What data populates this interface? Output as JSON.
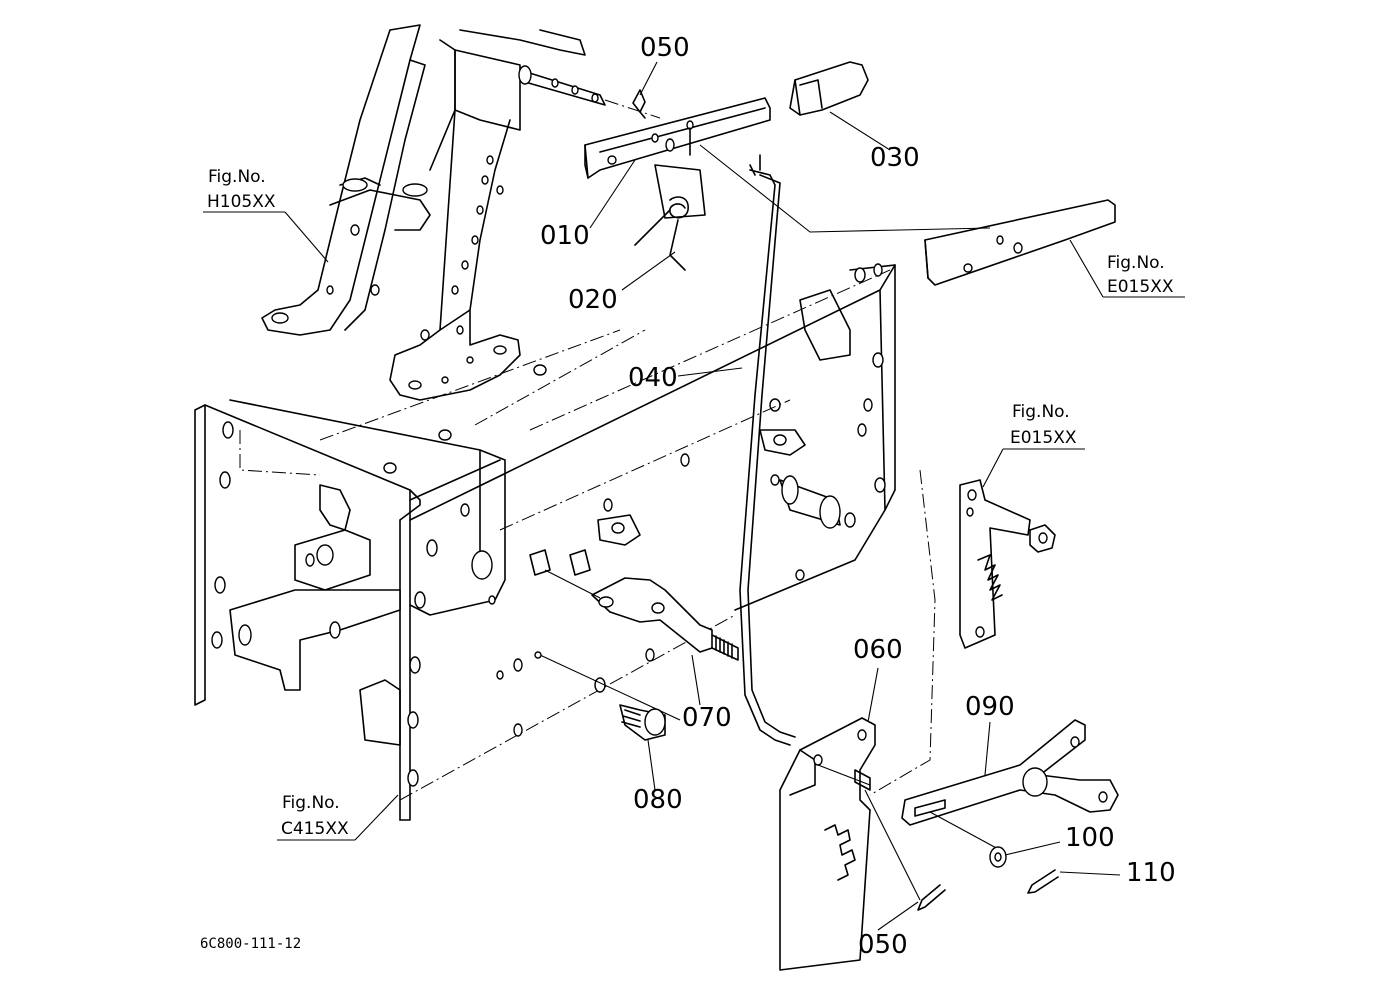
{
  "diagram": {
    "drawing_code": "6C800-111-12",
    "part_labels": {
      "p010": "010",
      "p020": "020",
      "p030": "030",
      "p040": "040",
      "p050a": "050",
      "p050b": "050",
      "p060": "060",
      "p070": "070",
      "p080": "080",
      "p090": "090",
      "p100": "100",
      "p110": "110"
    },
    "figure_refs": {
      "h105": {
        "line1": "Fig.No.",
        "line2": "H105XX"
      },
      "e015_top": {
        "line1": "Fig.No.",
        "line2": "E015XX"
      },
      "e015_mid": {
        "line1": "Fig.No.",
        "line2": "E015XX"
      },
      "c415": {
        "line1": "Fig.No.",
        "line2": "C415XX"
      }
    }
  }
}
